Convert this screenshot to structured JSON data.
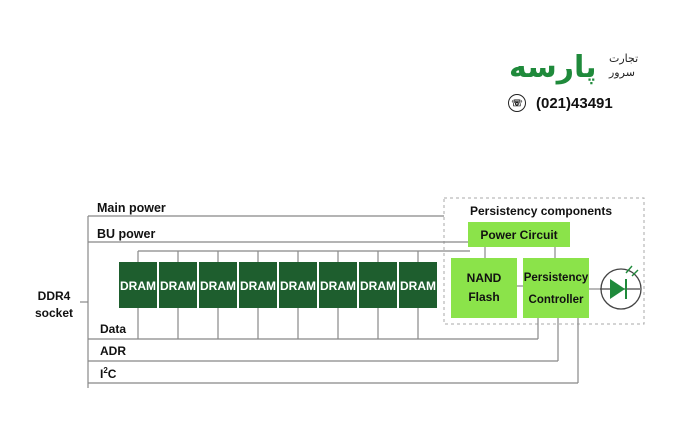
{
  "logo": {
    "brand": "پارسه",
    "line1": "تجارت",
    "line2": "سرور",
    "phone": "(021)43491",
    "phone_icon": "phone-icon",
    "brand_color": "#1f8a3b"
  },
  "diagram": {
    "socket_label_line1": "DDR4",
    "socket_label_line2": "socket",
    "main_power": "Main power",
    "bu_power": "BU power",
    "data": "Data",
    "adr": "ADR",
    "i2c_base": "I",
    "i2c_sup": "2",
    "i2c_end": "C",
    "dram_chips": [
      "DRAM",
      "DRAM",
      "DRAM",
      "DRAM",
      "DRAM",
      "DRAM",
      "DRAM",
      "DRAM"
    ],
    "persistency_title": "Persistency components",
    "power_circuit": "Power Circuit",
    "nand_line1": "NAND",
    "nand_line2": "Flash",
    "controller_line1": "Persistency",
    "controller_line2": "Controller",
    "led_icon": "led-diode-icon",
    "colors": {
      "dram_fill": "#1e5e2e",
      "green_box": "#8be34a",
      "line": "#888888",
      "dashed_border": "#aaaaaa"
    }
  }
}
